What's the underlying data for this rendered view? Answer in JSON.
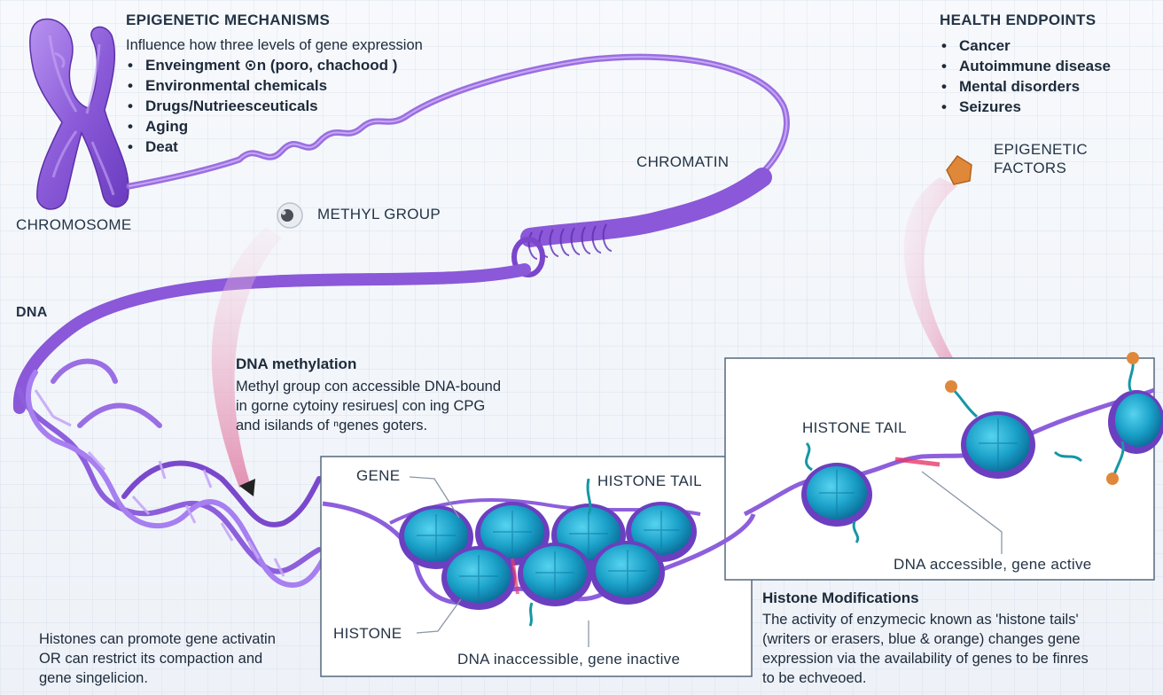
{
  "mechanisms": {
    "title": "EPIGENETIC MECHANISMS",
    "intro": "Influence how three levels of gene expression",
    "items": [
      "Enveingment ⊙n (poro, chachood )",
      "Environmental chemicals",
      "Drugs/Nutrieesceuticals",
      "Aging",
      "Deat"
    ]
  },
  "health": {
    "title": "HEALTH ENDPOINTS",
    "items": [
      "Cancer",
      "Autoimmune disease",
      "Mental disorders",
      "Seizures"
    ]
  },
  "labels": {
    "chromosome": "CHROMOSOME",
    "chromatin": "CHROMATIN",
    "methyl_group": "METHYL GROUP",
    "epigenetic_factors_1": "EPIGENETIC",
    "epigenetic_factors_2": "FACTORS",
    "dna": "DNA",
    "gene": "GENE",
    "histone_tail_left": "HISTONE TAIL",
    "histone_tail_right": "HISTONE TAIL",
    "histone": "HISTONE",
    "dna_inaccessible": "DNA inaccessible, gene inactive",
    "dna_accessible": "DNA accessible, gene active"
  },
  "methylation": {
    "title": "DNA methylation",
    "lines": [
      "Methyl group con accessible DNA-bound",
      "in gorne cytoiny resirues| con ing CPG",
      "and isilands of ⁿgenes goters."
    ]
  },
  "histones_note": {
    "lines": [
      "Histones can promote gene activatin",
      "OR can restrict its compaction and",
      "gene singelicion."
    ]
  },
  "histone_mods": {
    "title": "Histone Modifications",
    "lines": [
      "The activity of enzymecic known as 'histone tails'",
      "(writers or erasers, blue & orange) changes gene",
      "expression via the availability of genes to be finres",
      "to be echveoed."
    ]
  },
  "colors": {
    "dna_purple": "#8d5fdc",
    "histone_blue": "#1fa3c9",
    "tail_teal": "#1597a5",
    "factor_orange": "#e0883a",
    "methyl_pink": "#e27aa4"
  }
}
